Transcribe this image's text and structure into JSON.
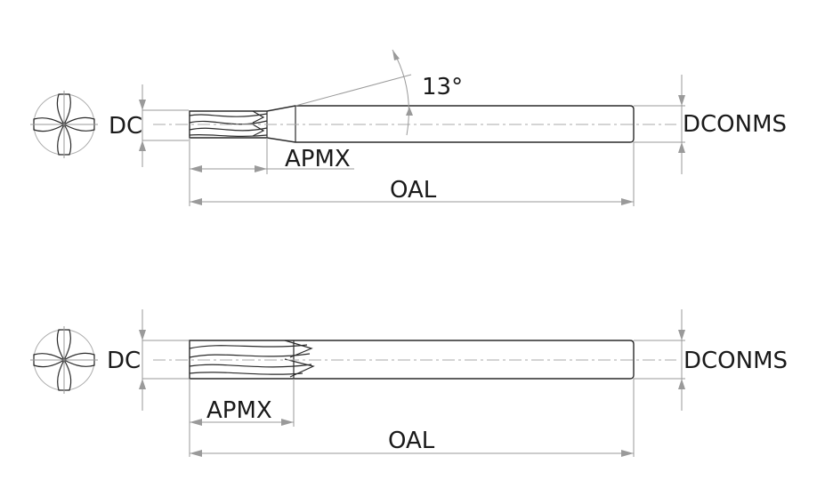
{
  "labels": {
    "angle": "13°",
    "dc": "DC",
    "dconms": "DCONMS",
    "apmx": "APMX",
    "oal": "OAL"
  },
  "colors": {
    "line": "#2a2a2a",
    "dimension": "#9a9a9a",
    "text": "#1a1a1a"
  }
}
